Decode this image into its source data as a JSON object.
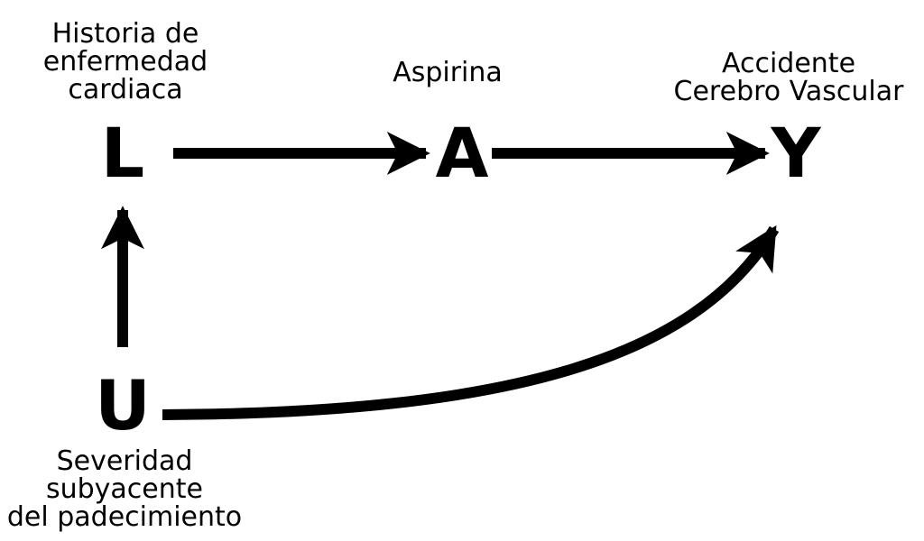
{
  "nodes": {
    "L": {
      "symbol": "L",
      "label_lines": [
        "Historia de",
        "enfermedad",
        "cardiaca"
      ]
    },
    "A": {
      "symbol": "A",
      "label_lines": [
        "Aspirina"
      ]
    },
    "Y": {
      "symbol": "Y",
      "label_lines": [
        "Accidente",
        "Cerebro Vascular"
      ]
    },
    "U": {
      "symbol": "U",
      "label_lines": [
        "Severidad",
        "subyacente",
        "del padecimiento"
      ]
    }
  },
  "edges": [
    {
      "from": "L",
      "to": "A",
      "shape": "straight"
    },
    {
      "from": "A",
      "to": "Y",
      "shape": "straight"
    },
    {
      "from": "U",
      "to": "L",
      "shape": "straight"
    },
    {
      "from": "U",
      "to": "Y",
      "shape": "curved"
    }
  ],
  "colors": {
    "ink": "#000000",
    "background": "#ffffff"
  }
}
